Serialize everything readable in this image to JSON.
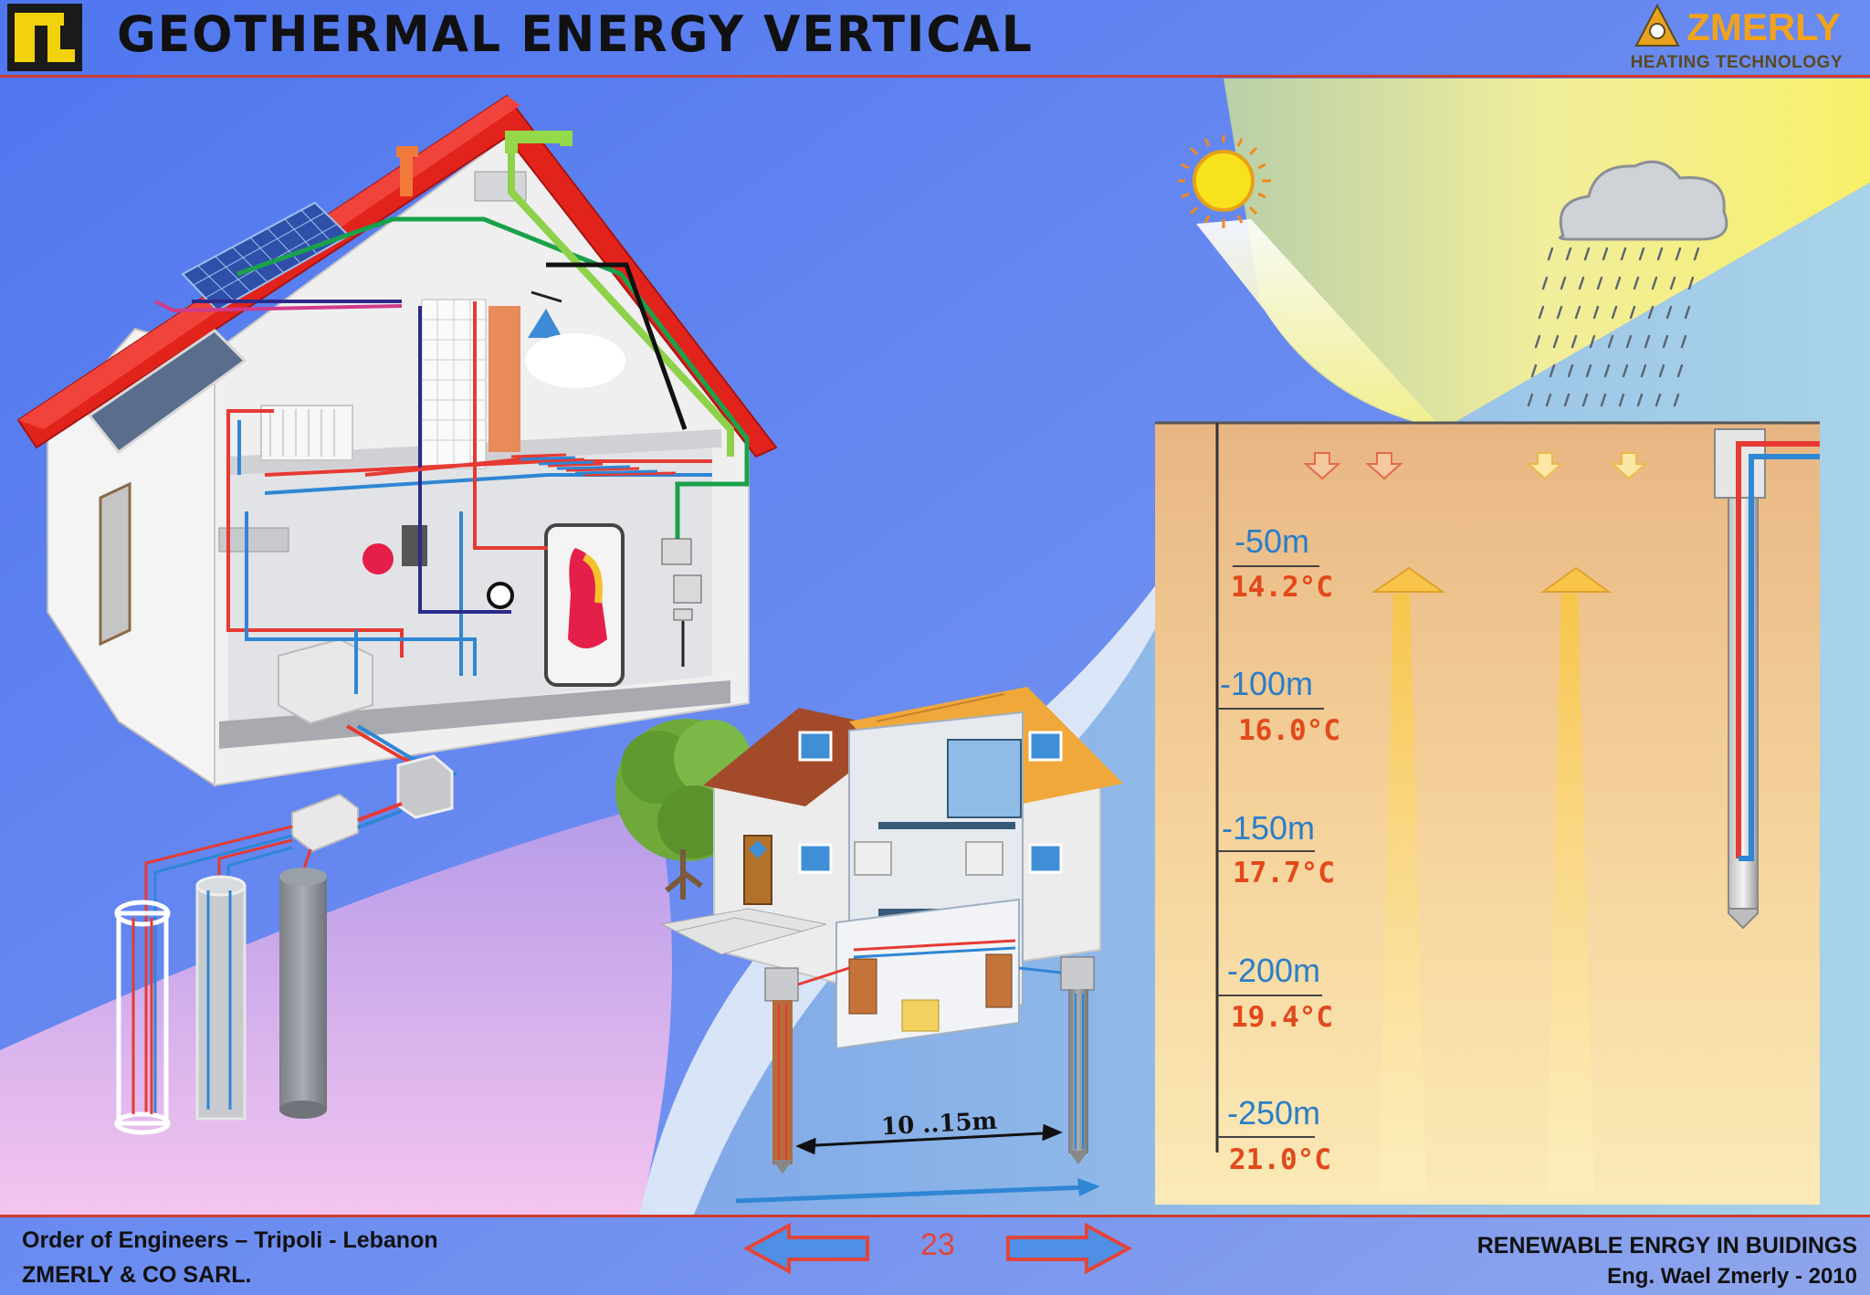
{
  "header": {
    "title": "GEOTHERMAL ENERGY VERTICAL",
    "brand_name": "ZMERLY",
    "brand_sub": "HEATING TECHNOLOGY"
  },
  "diagram": {
    "distance_label": "10 ..15m",
    "depth_scale": [
      {
        "depth": "-50m",
        "temp": "14.2°C"
      },
      {
        "depth": "-100m",
        "temp": "16.0°C"
      },
      {
        "depth": "-150m",
        "temp": "17.7°C"
      },
      {
        "depth": "-200m",
        "temp": "19.4°C"
      },
      {
        "depth": "-250m",
        "temp": "21.0°C"
      }
    ]
  },
  "footer": {
    "left_line1": "Order of Engineers – Tripoli - Lebanon",
    "left_line2": "ZMERLY & CO SARL.",
    "page_number": "23",
    "right_line1": "RENEWABLE ENRGY IN BUIDINGS",
    "right_line2": "Eng. Wael Zmerly - 2010"
  },
  "colors": {
    "accent_red": "#d23a2c",
    "depth_blue": "#2b7ec7",
    "temp_orange": "#e2491b",
    "sky_blue": "#5f86f2",
    "sun_yellow": "#f5e84a"
  }
}
